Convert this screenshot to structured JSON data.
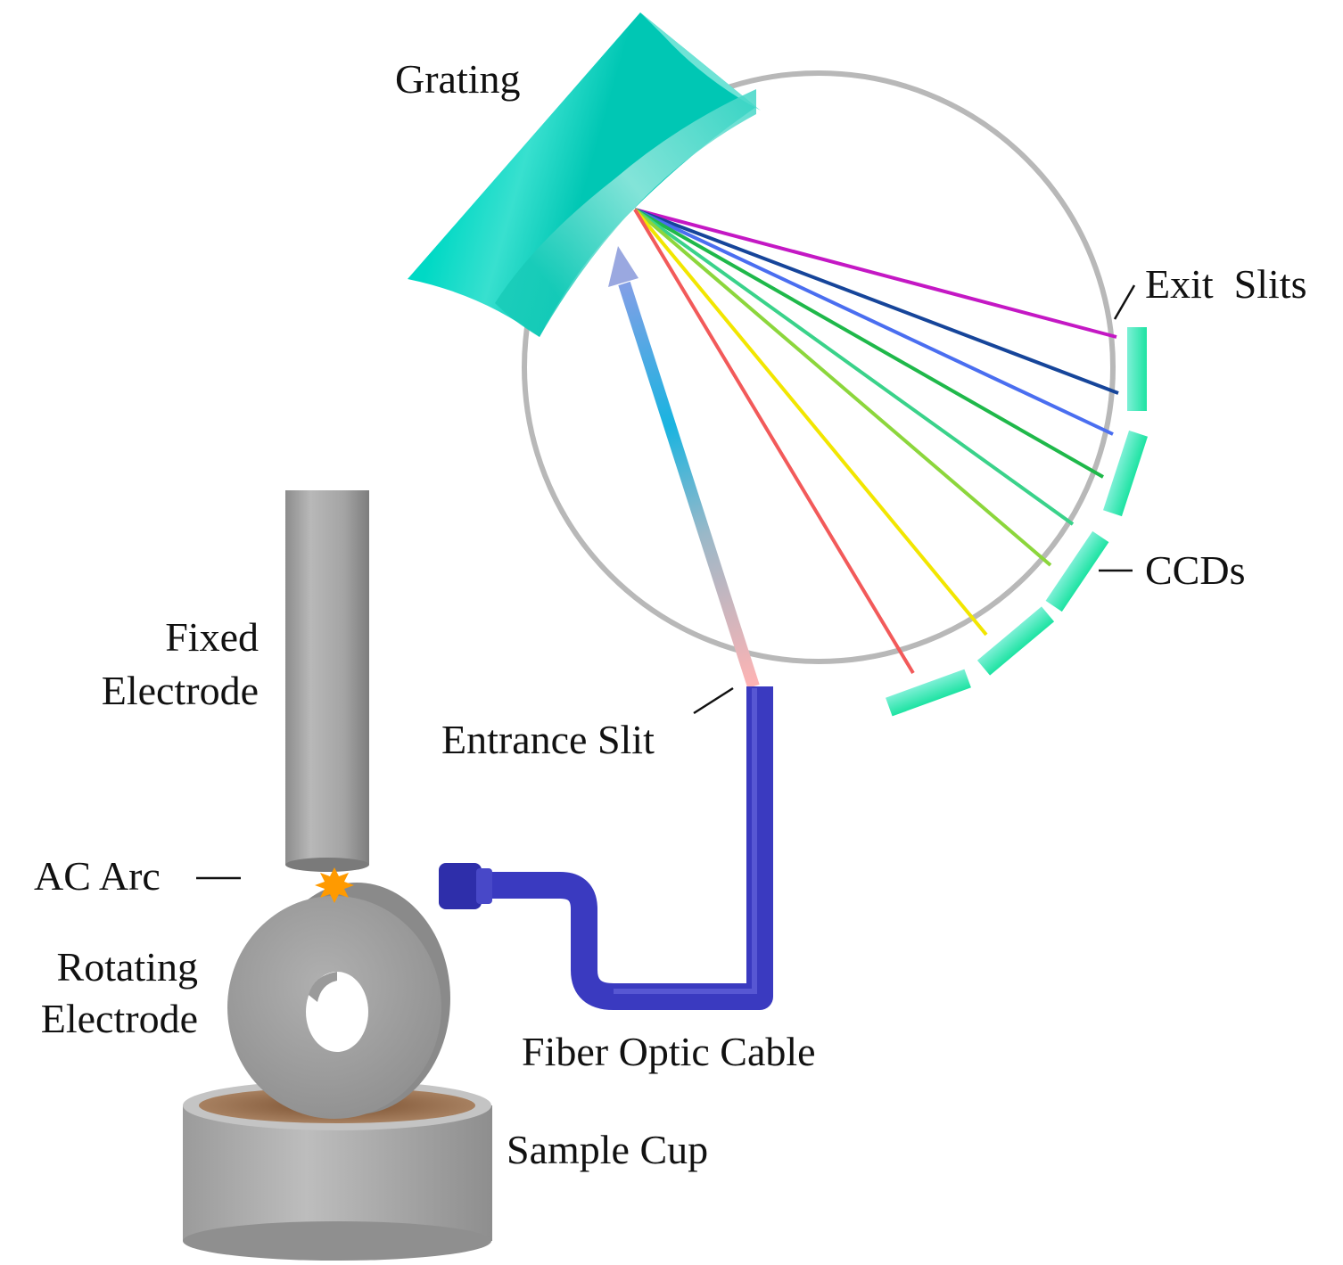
{
  "labels": {
    "grating": "Grating",
    "exit_slits": "Exit  Slits",
    "ccds": "CCDs",
    "fixed_electrode_line1": "Fixed",
    "fixed_electrode_line2": "Electrode",
    "entrance_slit": "Entrance Slit",
    "ac_arc": "AC Arc",
    "rotating_electrode_line1": "Rotating",
    "rotating_electrode_line2": "Electrode",
    "fiber_optic_cable": "Fiber Optic Cable",
    "sample_cup": "Sample Cup"
  },
  "colors": {
    "grating": "#00d9c5",
    "rowland_circle": "#b8b8b8",
    "ccd": "#2ee8b0",
    "fiber_cable": "#3a3ac0",
    "electrode_gray": "#a9a9a9",
    "arc_spark": "#ff9a00",
    "sample": "#9a6a45"
  },
  "spectral_rays": [
    {
      "name": "magenta",
      "color": "#c418c4"
    },
    {
      "name": "navy",
      "color": "#16459a"
    },
    {
      "name": "blue",
      "color": "#4a6ef0"
    },
    {
      "name": "green",
      "color": "#1fb84a"
    },
    {
      "name": "teal-green",
      "color": "#3ad28a"
    },
    {
      "name": "light-green",
      "color": "#8cd63c"
    },
    {
      "name": "yellow",
      "color": "#f2e600"
    },
    {
      "name": "red",
      "color": "#f25a5a"
    }
  ]
}
